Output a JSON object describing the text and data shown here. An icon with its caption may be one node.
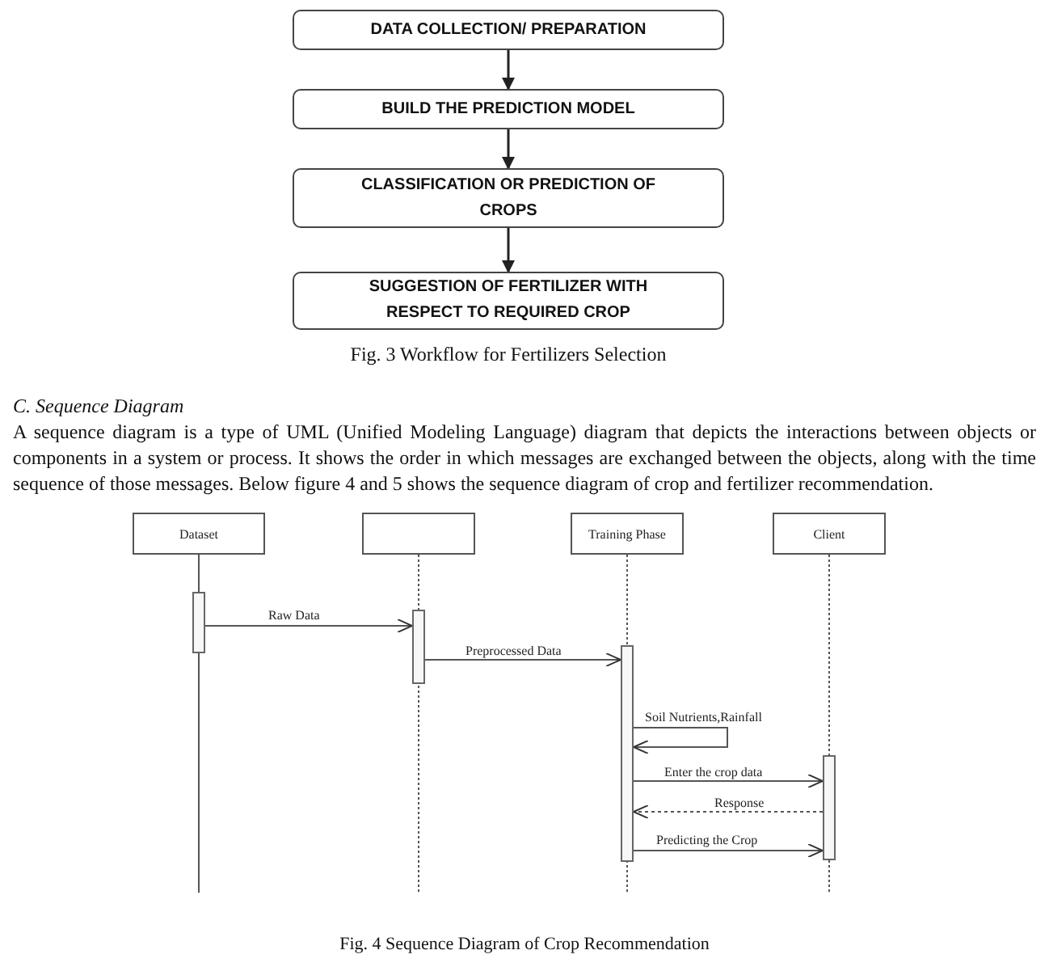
{
  "diagram": {
    "nodes": [
      {
        "text": [
          "DATA COLLECTION/ PREPARATION"
        ]
      },
      {
        "text": [
          "BUILD THE PREDICTION MODEL"
        ]
      },
      {
        "text": [
          "CLASSIFICATION OR PREDICTION OF CROPS"
        ]
      },
      {
        "text": [
          "SUGGESTION OF FERTILIZER WITH RESPECT TO REQUIRED CROP"
        ]
      },
      {
        "text": [
          "Dataset"
        ]
      },
      {
        "text": [],
        "shape": "box"
      },
      {
        "text": [
          "Training Phase"
        ]
      },
      {
        "text": [
          "Client"
        ]
      },
      {
        "text": [],
        "shape": "bar"
      },
      {
        "text": [],
        "shape": "bar"
      },
      {
        "text": [],
        "shape": "bar"
      },
      {
        "text": [],
        "shape": "bar"
      }
    ],
    "edges": [
      {
        "from": 0,
        "to": 1,
        "arrow": "to"
      },
      {
        "from": 1,
        "to": 2,
        "arrow": "to"
      },
      {
        "from": 2,
        "to": 3,
        "arrow": "to"
      },
      {
        "from": 8,
        "to": 9,
        "arrow": "to",
        "label": "Raw Data"
      },
      {
        "from": 9,
        "to": 10,
        "arrow": "to",
        "label": "Preprocessed Data"
      },
      {
        "from": 10,
        "to": 10,
        "arrow": "to",
        "label": "Soil Nutrients,Rainfall"
      },
      {
        "from": 10,
        "to": 11,
        "arrow": "to",
        "label": "Enter the crop data"
      },
      {
        "from": 11,
        "to": 10,
        "arrow": "to",
        "label": "Response",
        "style": "dashed"
      },
      {
        "from": 10,
        "to": 11,
        "arrow": "to",
        "label": "Predicting the Crop"
      }
    ],
    "labels": [
      "Fig. 3 Workflow for Fertilizers Selection",
      "C. Sequence Diagram",
      "A sequence diagram is a type of UML (Unified Modeling Language) diagram that depicts the interactions between objects or components in a system or process. It shows the order in which messages are exchanged between the objects, along with the time sequence of those messages. Below figure 4 and 5 shows the sequence diagram of crop and fertilizer recommendation.",
      "Fig. 4 Sequence Diagram of Crop Recommendation"
    ]
  }
}
